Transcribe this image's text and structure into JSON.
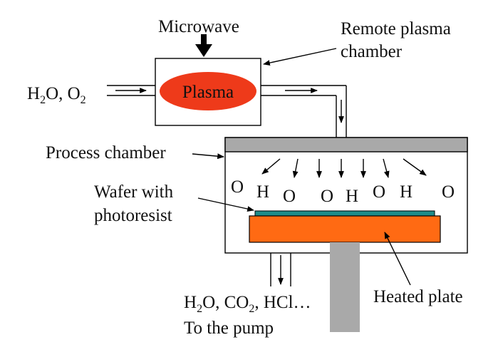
{
  "labels": {
    "microwave": "Microwave",
    "remote_plasma_line1": "Remote plasma",
    "remote_plasma_line2": "chamber",
    "plasma": "Plasma",
    "inlet_prefix": "H",
    "inlet_sub1": "2",
    "inlet_mid": "O, O",
    "inlet_sub2": "2",
    "process_chamber": "Process chamber",
    "wafer_line1": "Wafer with",
    "wafer_line2": "photoresist",
    "heated_plate": "Heated plate",
    "exhaust_h": "H",
    "exhaust_sub1": "2",
    "exhaust_mid": "O, CO",
    "exhaust_sub2": "2",
    "exhaust_rest": ", HCl…",
    "to_pump": "To the pump"
  },
  "species": [
    "O",
    "H",
    "O",
    "O",
    "H",
    "O",
    "H",
    "O"
  ],
  "colors": {
    "plasma_fill": "#ee3a1a",
    "showerhead": "#a9a9a9",
    "wafer": "#1f8c8a",
    "heated_plate": "#ff6a13",
    "plate_shaft": "#a9a9a9",
    "arrow": "#000000"
  }
}
